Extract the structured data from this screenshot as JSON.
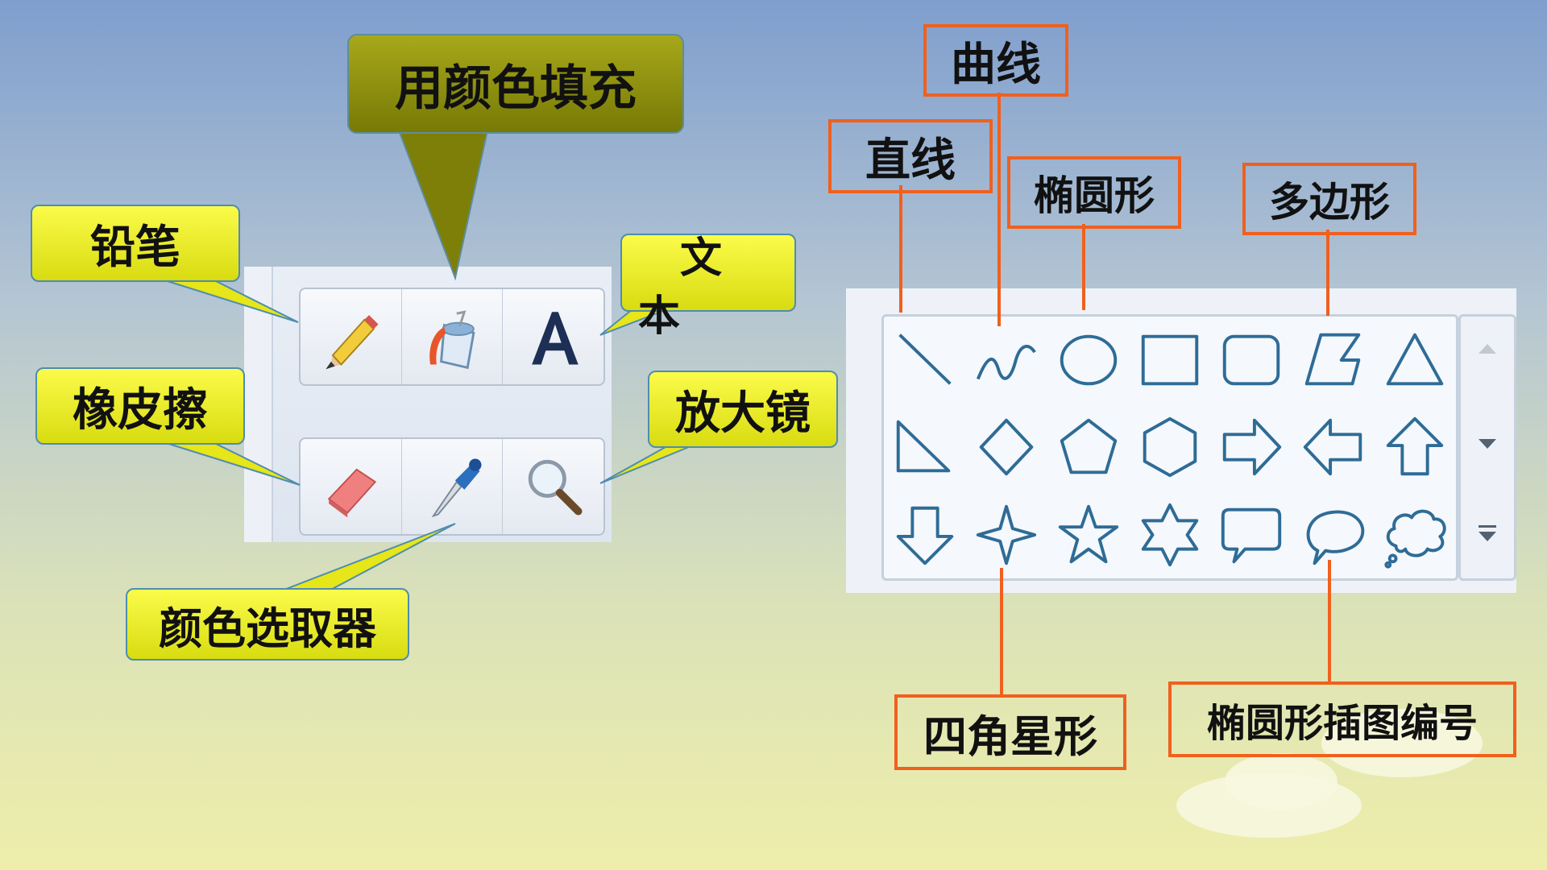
{
  "tool_labels": {
    "pencil": "铅笔",
    "fill": "用颜色填充",
    "text_line1": "文",
    "text_line2": "本",
    "eraser": "橡皮擦",
    "magnifier": "放大镜",
    "color_picker": "颜色选取器"
  },
  "shape_labels": {
    "curve": "曲线",
    "line": "直线",
    "oval": "椭圆形",
    "polygon": "多边形",
    "four_point_star": "四角星形",
    "oval_callout": "椭圆形插图编号"
  },
  "tools": [
    {
      "name": "pencil",
      "icon": "pencil-icon"
    },
    {
      "name": "fill",
      "icon": "paint-bucket-icon"
    },
    {
      "name": "text",
      "icon": "text-a-icon"
    },
    {
      "name": "eraser",
      "icon": "eraser-icon"
    },
    {
      "name": "color-picker",
      "icon": "eyedropper-icon"
    },
    {
      "name": "magnifier",
      "icon": "magnifier-icon"
    }
  ],
  "shapes": [
    "line",
    "curve",
    "oval",
    "rectangle",
    "rounded-rectangle",
    "polygon",
    "triangle",
    "right-triangle",
    "diamond",
    "pentagon",
    "hexagon",
    "right-arrow",
    "left-arrow",
    "up-arrow",
    "down-arrow",
    "four-point-star",
    "five-point-star",
    "six-point-star",
    "rounded-rectangle-callout",
    "oval-callout",
    "cloud-callout"
  ],
  "colors": {
    "label_fill": "#f2f22a",
    "label_border": "#4e8db0",
    "callout_orange": "#f0601e",
    "shape_stroke": "#2e6c96"
  }
}
